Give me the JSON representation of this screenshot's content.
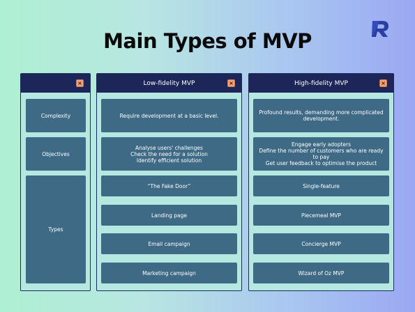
{
  "title": "Main Types of MVP",
  "close_glyph": "×",
  "row_labels": {
    "complexity": "Complexity",
    "objectives": "Objectives",
    "types": "Types"
  },
  "low": {
    "header": "Low-fidelity MVP",
    "complexity": "Require development at a basic level.",
    "objectives": [
      "Analyse users' challenges",
      "Check the need for a solution",
      "Identify efficient solution"
    ],
    "types": [
      "“The Fake Door”",
      "Landing page",
      "Email campaign",
      "Marketing campaign"
    ]
  },
  "high": {
    "header": "High-fidelity MVP",
    "complexity": "Profound results, demanding more complicated development.",
    "objectives": [
      "Engage early adopters",
      "Define the number of customers who are ready to pay",
      "Get user feedback to optimise the product"
    ],
    "types": [
      "Single-feature",
      "Piecemeal MVP",
      "Concierge MVP",
      "Wizard of Oz MVP"
    ]
  },
  "colors": {
    "header": "#1c2659",
    "box": "#3f6a86",
    "panel": "#b6e8e2",
    "close": "#f2a57d"
  }
}
